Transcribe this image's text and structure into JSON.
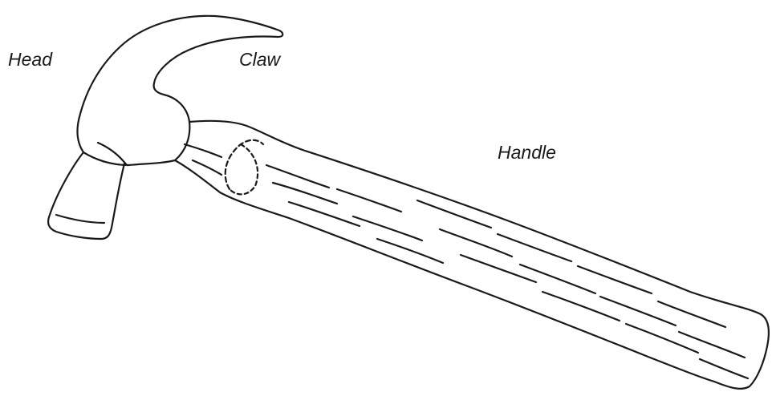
{
  "labels": {
    "head": "Head",
    "claw": "Claw",
    "handle": "Handle"
  },
  "style": {
    "ink_color": "#1a1a1a",
    "background": "#ffffff"
  }
}
